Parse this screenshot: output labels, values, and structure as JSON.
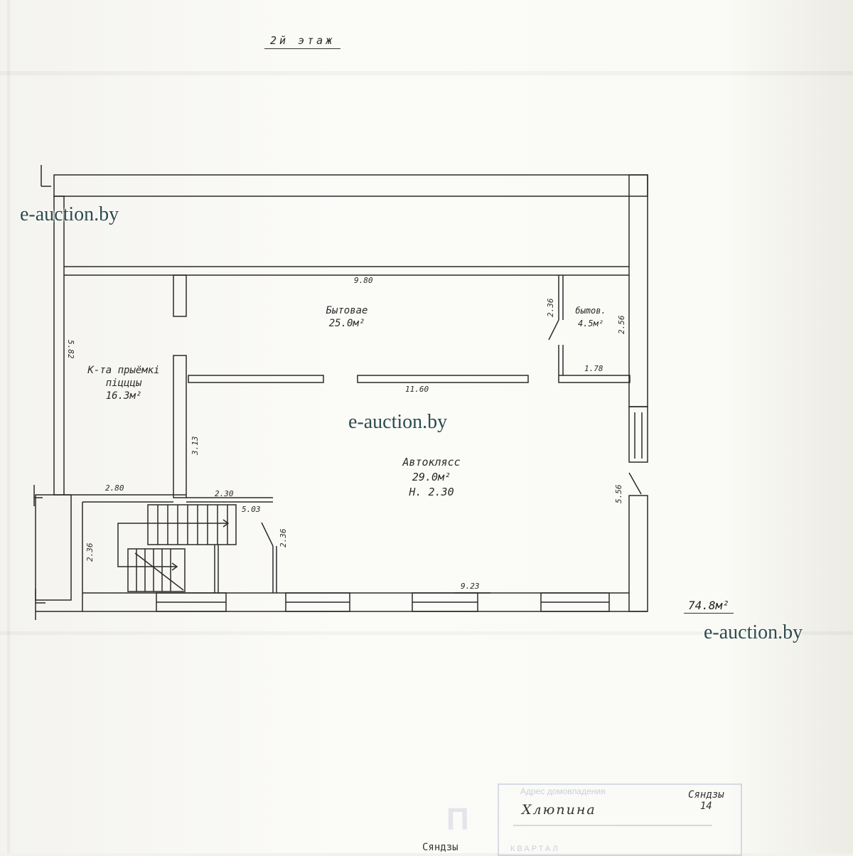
{
  "sheet": {
    "floor_title": "2й этаж",
    "total_area": "74.8м²"
  },
  "rooms": {
    "bytovaya": {
      "name": "Бытовае",
      "area": "25.0м²"
    },
    "bytov_small": {
      "name": "быmов.",
      "area": "4.5м²"
    },
    "priemka": {
      "name": "К-та прыёмкі",
      "name2": "пiцццы",
      "area": "16.3м²"
    },
    "avtoklass": {
      "name": "Автоклясс",
      "area": "29.0м²",
      "height": "Н. 2.30"
    }
  },
  "dimensions": {
    "top_width": "9.80",
    "partition_width": "11.60",
    "small_room_width": "1.78",
    "small_room_h1": "2.36",
    "small_room_h2": "2.56",
    "left_depth": "5.82",
    "mid_depth": "3.13",
    "priemka_width": "2.80",
    "stair_width": "2.30",
    "stair_area": "5.03",
    "stair_h": "2.36",
    "left_stair_h": "2.36",
    "bottom_width": "9.23",
    "right_depth": "5.56"
  },
  "watermarks": [
    "e-auction.by",
    "e-auction.by",
    "e-auction.by"
  ],
  "stamp": {
    "header": "Адрес домовладения",
    "signature": "Хлюпина",
    "corner_note_1": "Сяндзы",
    "corner_note_2": "14",
    "bottom_text": "КВАРТАЛ",
    "bottom_left": "Сяндзы",
    "faint_mark": "П"
  },
  "colors": {
    "ink": "#2a2a2a",
    "watermark": "#2d4b4b",
    "paper": "#fbfbf8"
  }
}
